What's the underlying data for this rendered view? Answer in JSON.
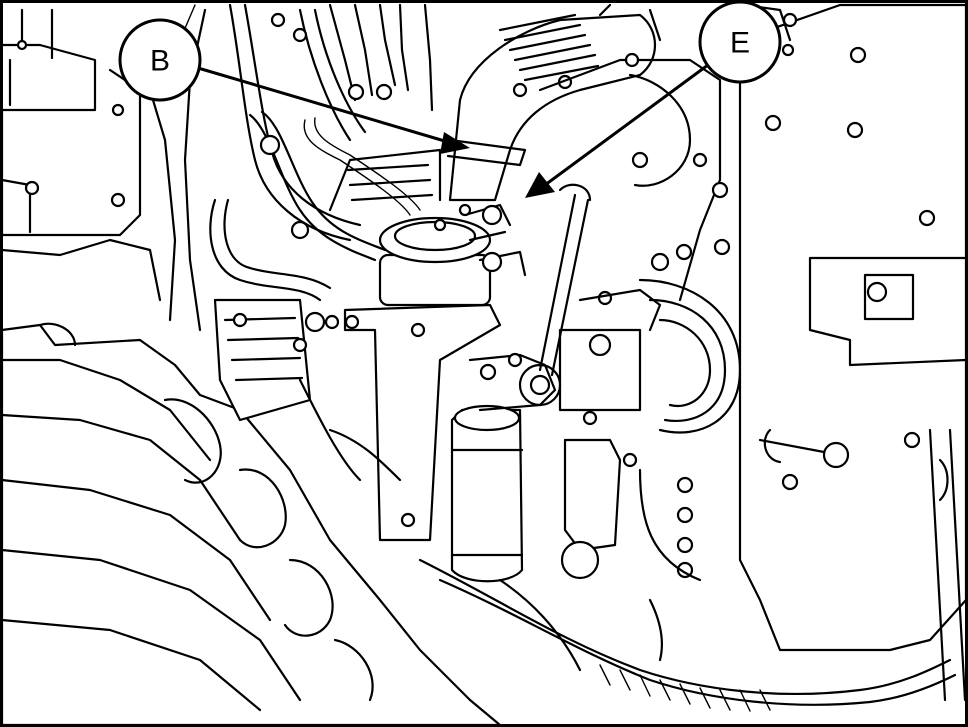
{
  "figure": {
    "callouts": [
      {
        "id": "B",
        "label": "B"
      },
      {
        "id": "E",
        "label": "E"
      }
    ],
    "colors": {
      "line": "#000000",
      "background": "#ffffff"
    }
  }
}
